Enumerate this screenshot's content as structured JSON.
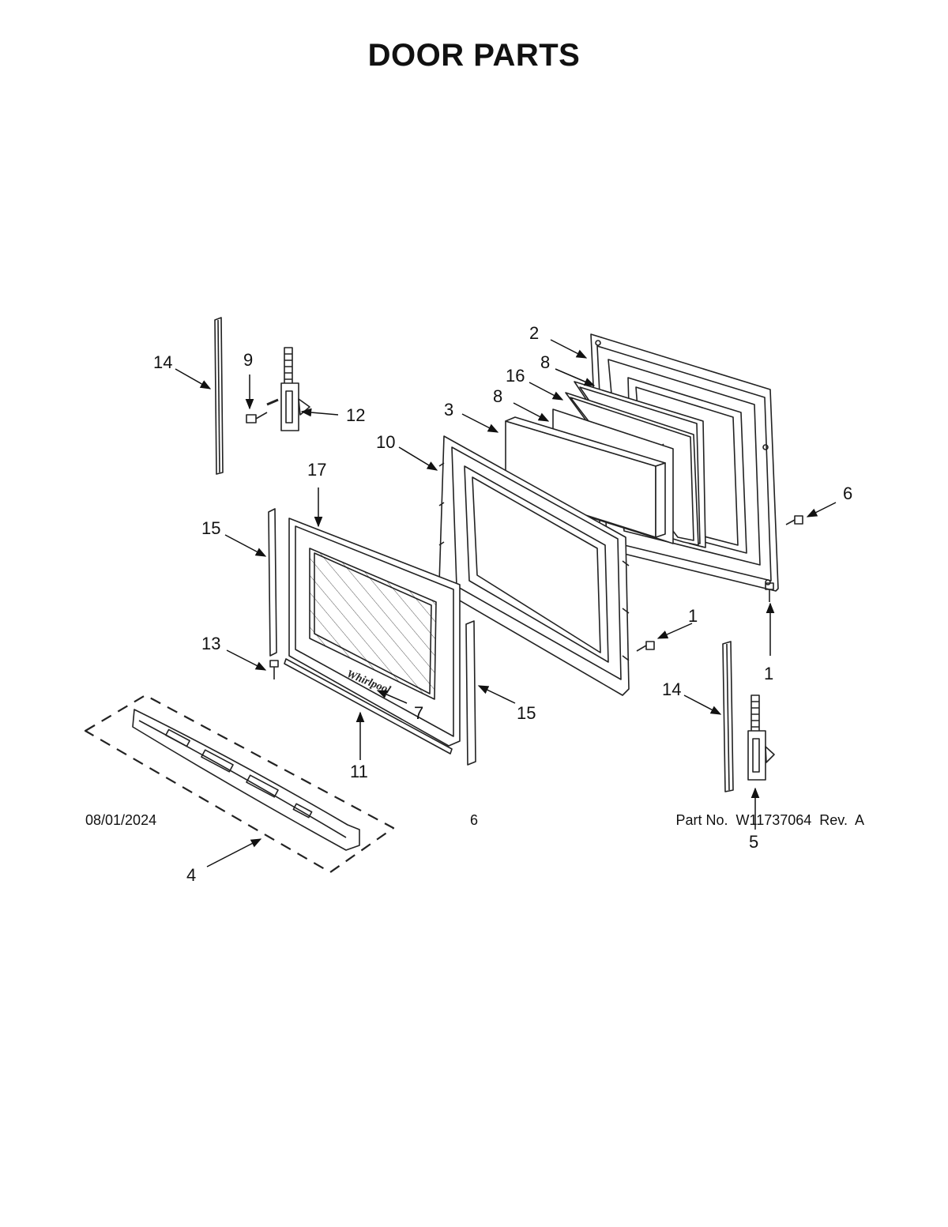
{
  "title": "DOOR PARTS",
  "footer": {
    "date": "08/01/2024",
    "page": "6",
    "part": "Part No.  W11737064  Rev.  A"
  },
  "callouts": [
    "1",
    "1",
    "2",
    "3",
    "4",
    "5",
    "6",
    "7",
    "8",
    "8",
    "9",
    "10",
    "11",
    "12",
    "13",
    "14",
    "14",
    "15",
    "15",
    "16",
    "17"
  ],
  "logo_text": "Whirlpool"
}
